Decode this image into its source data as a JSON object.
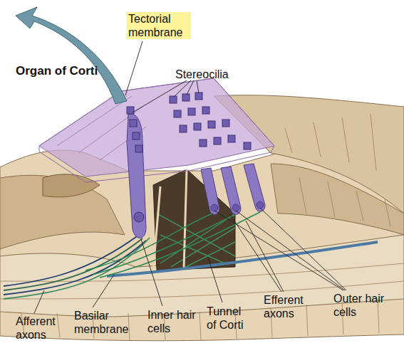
{
  "diagram": {
    "title": "Organ of Corti",
    "labels": [
      "Tectorial membrane",
      "Stereocilia",
      "Afferent axons",
      "Basilar membrane",
      "Inner hair cells",
      "Tunnel of Corti",
      "Efferent axons",
      "Outer hair cells"
    ]
  }
}
